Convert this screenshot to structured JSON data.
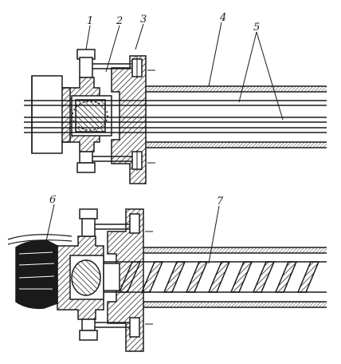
{
  "figure": {
    "callouts": {
      "c1": "1",
      "c2": "2",
      "c3": "3",
      "c4": "4",
      "c5": "5",
      "c6": "6",
      "c7": "7"
    },
    "colors": {
      "ink": "#1a1a1a",
      "paper": "#ffffff",
      "hatch": "#1a1a1a"
    }
  }
}
